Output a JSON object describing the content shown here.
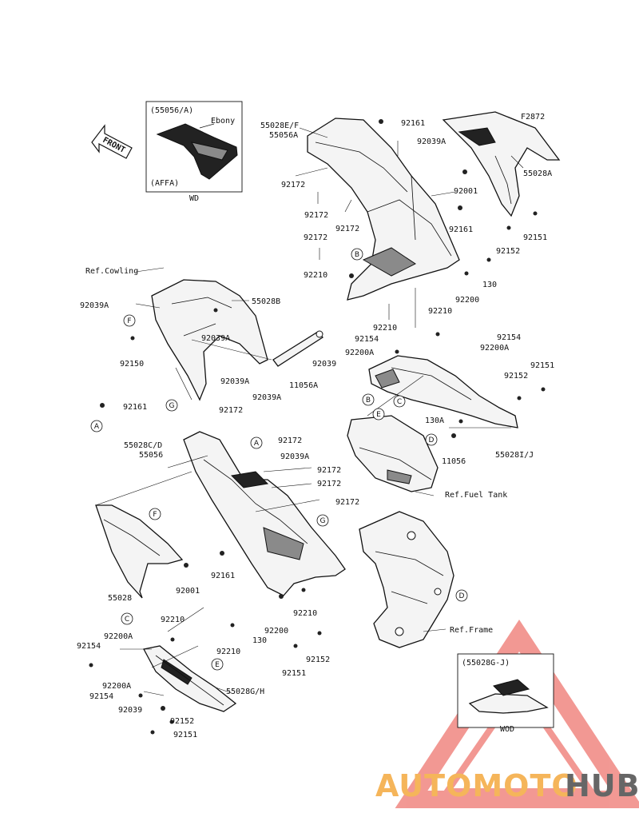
{
  "front_arrow": {
    "label": "FRONT"
  },
  "inset_top": {
    "title": "(55056/A)",
    "color": "Ebony",
    "code": "(AFFA)",
    "caption": "WD"
  },
  "inset_bottom": {
    "title": "(55028G-J)",
    "caption": "WOD"
  },
  "callouts": [
    "A",
    "B",
    "C",
    "D",
    "E",
    "F",
    "G"
  ],
  "references": {
    "cowling": "Ref.Cowling",
    "fuel_tank": "Ref.Fuel Tank",
    "frame": "Ref.Frame"
  },
  "part_labels": {
    "p55028EF": "55028E/F",
    "p55056A": "55056A",
    "p92161_top": "92161",
    "p92039A_top": "92039A",
    "pF2872": "F2872",
    "p55028A": "55028A",
    "p92172_a": "92172",
    "p92172_b": "92172",
    "p92172_c": "92172",
    "p92172_d": "92172",
    "p92001_top": "92001",
    "p92161_mid": "92161",
    "p92152_top": "92152",
    "p92151_top": "92151",
    "p92210_top": "92210",
    "p130_top": "130",
    "p92200_top": "92200",
    "p92210_b": "92210",
    "p92210_c": "92210",
    "p92154_a": "92154",
    "p92154_b": "92154",
    "p92200A_a": "92200A",
    "p92200A_b": "92200A",
    "p92039_mid": "92039",
    "p92152_mid": "92152",
    "p92151_mid": "92151",
    "p92039A_left": "92039A",
    "p55028B": "55028B",
    "p92039A_b": "92039A",
    "p92150": "92150",
    "p11056A": "11056A",
    "p92039A_c": "92039A",
    "p92039A_d": "92039A",
    "p92161_left": "92161",
    "p92172_e": "92172",
    "p92172_f": "92172",
    "p55028CD": "55028C/D",
    "p55056": "55056",
    "p92039A_e": "92039A",
    "p92172_g": "92172",
    "p92172_h": "92172",
    "p92172_i": "92172",
    "p130A": "130A",
    "p11056": "11056",
    "p55028IJ": "55028I/J",
    "p92161_low": "92161",
    "p92001_low": "92001",
    "p55028": "55028",
    "p92210_low": "92210",
    "p92210_low2": "92210",
    "p92210_low3": "92210",
    "p130_low": "130",
    "p92200_low": "92200",
    "p92154_low": "92154",
    "p92200A_low": "92200A",
    "p92154_low2": "92154",
    "p92200A_low2": "92200A",
    "p92039_low": "92039",
    "p55028GH": "55028G/H",
    "p92152_low": "92152",
    "p92151_low": "92151",
    "p92152_low2": "92152",
    "p92151_low2": "92151"
  },
  "watermark": {
    "part1": "AUTOMOTO",
    "part2": "HUB",
    "color1": "#f5b55a",
    "color2": "#666666",
    "triangle_color": "#e8453c"
  }
}
